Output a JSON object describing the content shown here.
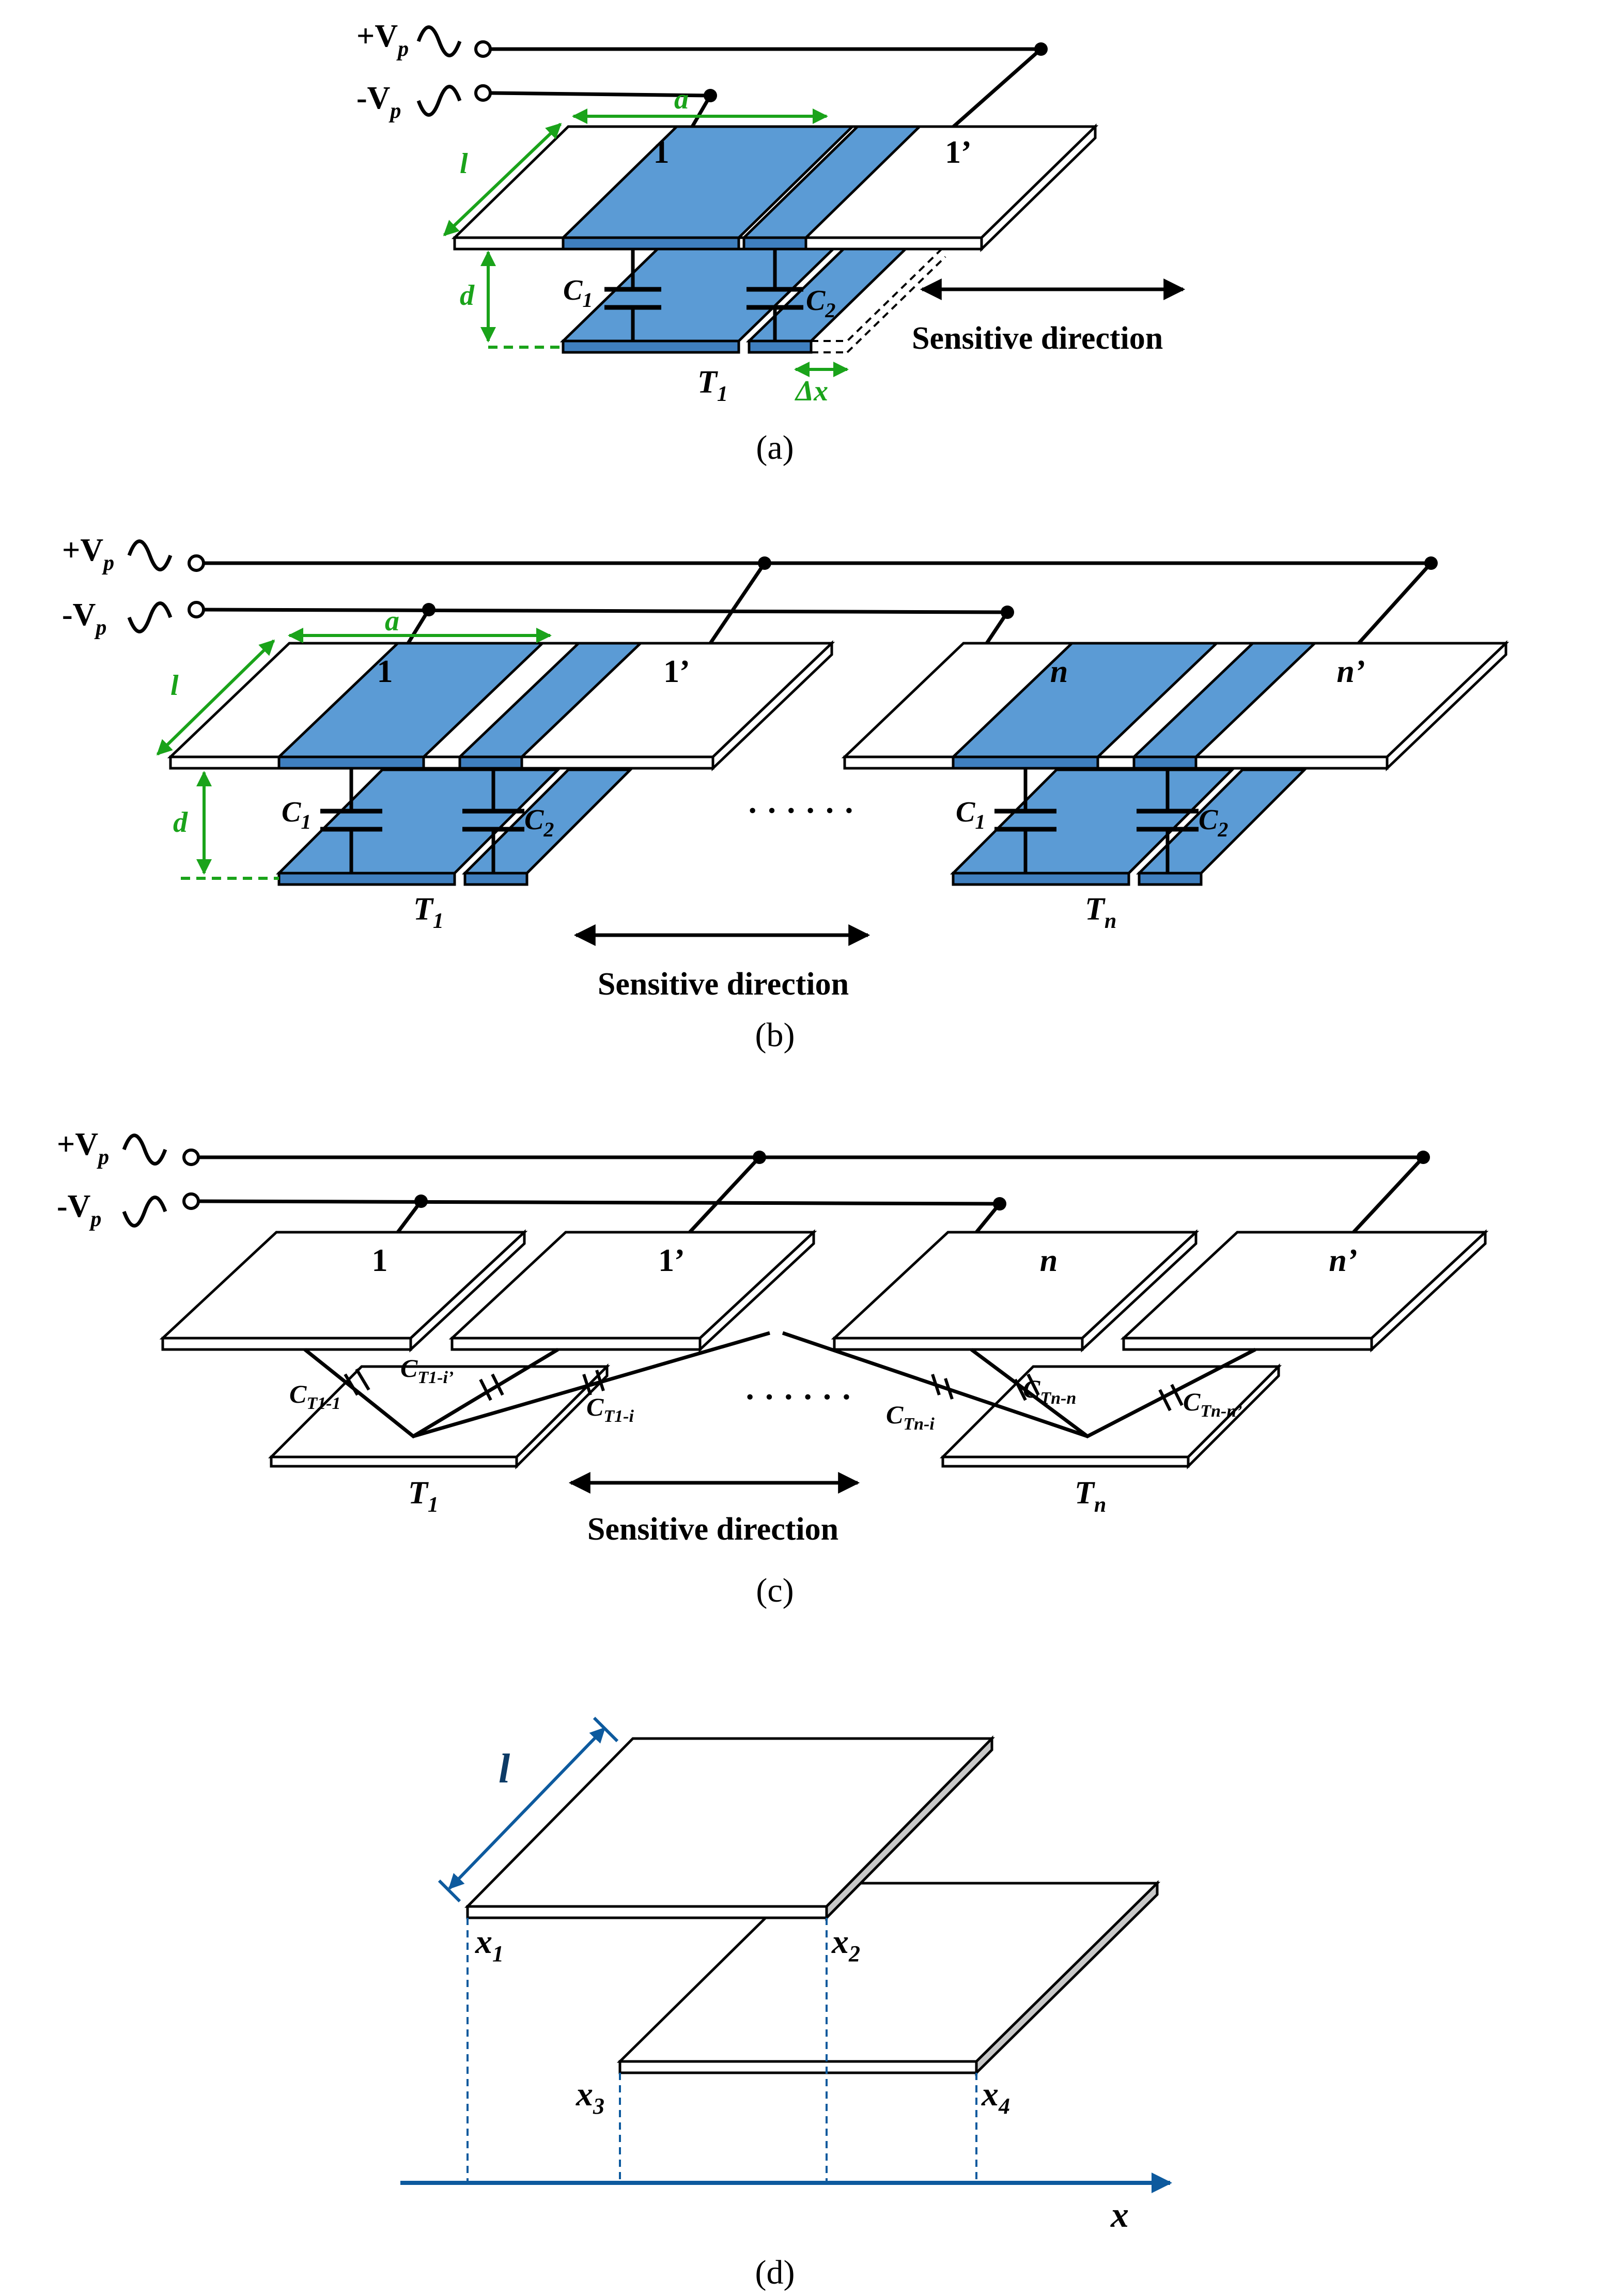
{
  "colors": {
    "electrode_blue": "#5b9bd5",
    "dimension_green": "#1aa31a",
    "axis_blue": "#0d5a9e"
  },
  "panel_a": {
    "vp_plus": "+V",
    "vp_minus": "-V",
    "vp_sub": "p",
    "plate_1": "1",
    "plate_1p": "1’",
    "dim_a": "a",
    "dim_l": "l",
    "dim_d": "d",
    "cap_1": "C",
    "cap_1_sub": "1",
    "cap_2": "C",
    "cap_2_sub": "2",
    "target": "T",
    "target_sub": "1",
    "dx": "Δx",
    "sensitive": "Sensitive direction",
    "caption": "(a)"
  },
  "panel_b": {
    "vp_plus": "+V",
    "vp_minus": "-V",
    "vp_sub": "p",
    "plate_1": "1",
    "plate_1p": "1’",
    "plate_n": "n",
    "plate_np": "n’",
    "dim_a": "a",
    "dim_l": "l",
    "dim_d": "d",
    "cap_1": "C",
    "cap_1_sub": "1",
    "cap_2": "C",
    "cap_2_sub": "2",
    "target_1": "T",
    "target_1_sub": "1",
    "target_n": "T",
    "target_n_sub": "n",
    "ellipsis": "· · ·  · · ·",
    "sensitive": "Sensitive direction",
    "caption": "(b)"
  },
  "panel_c": {
    "vp_plus": "+V",
    "vp_minus": "-V",
    "vp_sub": "p",
    "plate_1": "1",
    "plate_1p": "1’",
    "plate_n": "n",
    "plate_np": "n’",
    "c_t1_1": "C",
    "c_t1_1_sub": "T1-1",
    "c_t1_ip": "C",
    "c_t1_ip_sub": "T1-i’",
    "c_t1_i": "C",
    "c_t1_i_sub": "T1-i",
    "c_tn_i": "C",
    "c_tn_i_sub": "Tn-i",
    "c_tn_n": "C",
    "c_tn_n_sub": "Tn-n",
    "c_tn_np": "C",
    "c_tn_np_sub": "Tn-n’",
    "target_1": "T",
    "target_1_sub": "1",
    "target_n": "T",
    "target_n_sub": "n",
    "ellipsis": "· · ·  · · ·",
    "sensitive": "Sensitive direction",
    "caption": "(c)"
  },
  "panel_d": {
    "dim_l": "l",
    "x1": "x",
    "x1_sub": "1",
    "x2": "x",
    "x2_sub": "2",
    "x3": "x",
    "x3_sub": "3",
    "x4": "x",
    "x4_sub": "4",
    "axis_x": "x",
    "caption": "(d)"
  }
}
